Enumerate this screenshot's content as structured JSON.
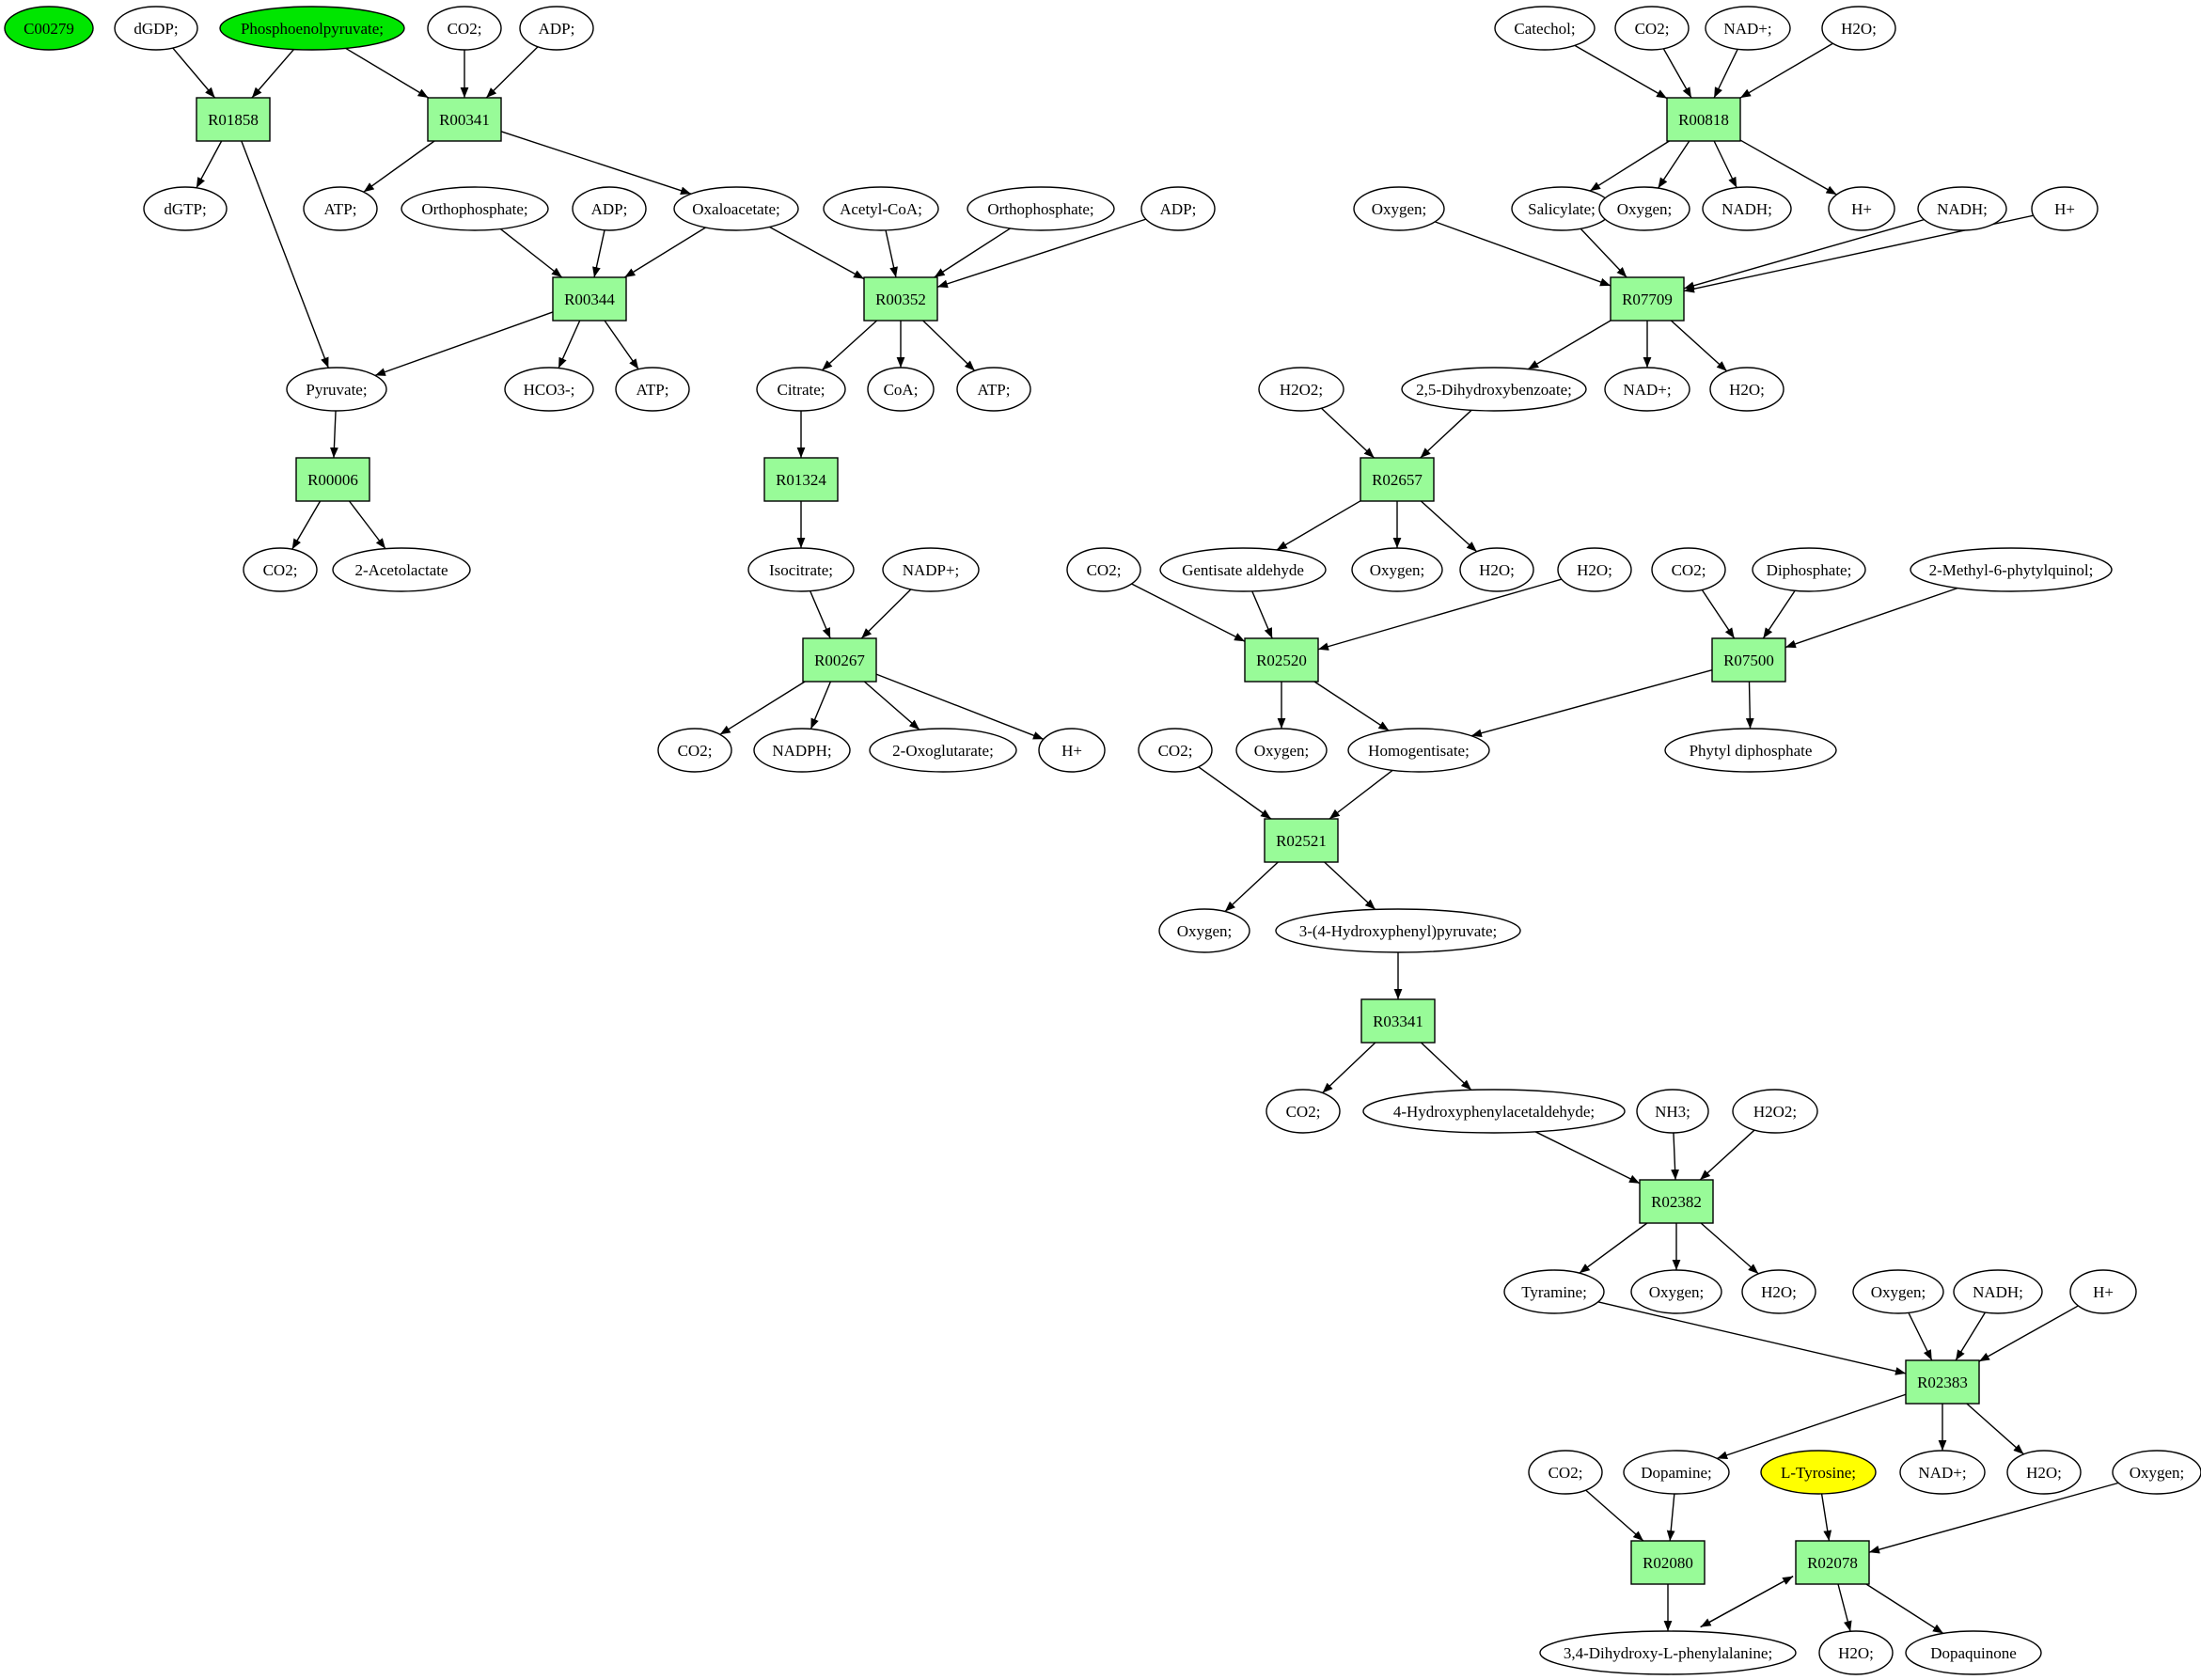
{
  "colors": {
    "reaction_fill": "#98fb98",
    "compound_fill": "#ffffff",
    "highlight_green": "#00e600",
    "highlight_yellow": "#ffff00"
  },
  "nodes": [
    {
      "id": "c00279",
      "label": "C00279",
      "kind": "compound",
      "highlight": "green"
    },
    {
      "id": "dgdp",
      "label": "dGDP;",
      "kind": "compound"
    },
    {
      "id": "pep",
      "label": "Phosphoenolpyruvate;",
      "kind": "compound",
      "highlight": "green"
    },
    {
      "id": "co2_a",
      "label": "CO2;",
      "kind": "compound"
    },
    {
      "id": "adp_a",
      "label": "ADP;",
      "kind": "compound"
    },
    {
      "id": "r01858",
      "label": "R01858",
      "kind": "reaction"
    },
    {
      "id": "r00341",
      "label": "R00341",
      "kind": "reaction"
    },
    {
      "id": "dgtp",
      "label": "dGTP;",
      "kind": "compound"
    },
    {
      "id": "atp_a",
      "label": "ATP;",
      "kind": "compound"
    },
    {
      "id": "ortho_a",
      "label": "Orthophosphate;",
      "kind": "compound"
    },
    {
      "id": "adp_b",
      "label": "ADP;",
      "kind": "compound"
    },
    {
      "id": "oxaloacetate",
      "label": "Oxaloacetate;",
      "kind": "compound"
    },
    {
      "id": "acetylcoa",
      "label": "Acetyl-CoA;",
      "kind": "compound"
    },
    {
      "id": "ortho_b",
      "label": "Orthophosphate;",
      "kind": "compound"
    },
    {
      "id": "adp_c",
      "label": "ADP;",
      "kind": "compound"
    },
    {
      "id": "r00344",
      "label": "R00344",
      "kind": "reaction"
    },
    {
      "id": "r00352",
      "label": "R00352",
      "kind": "reaction"
    },
    {
      "id": "pyruvate",
      "label": "Pyruvate;",
      "kind": "compound"
    },
    {
      "id": "hco3",
      "label": "HCO3-;",
      "kind": "compound"
    },
    {
      "id": "atp_b",
      "label": "ATP;",
      "kind": "compound"
    },
    {
      "id": "citrate",
      "label": "Citrate;",
      "kind": "compound"
    },
    {
      "id": "coa",
      "label": "CoA;",
      "kind": "compound"
    },
    {
      "id": "atp_c",
      "label": "ATP;",
      "kind": "compound"
    },
    {
      "id": "r00006",
      "label": "R00006",
      "kind": "reaction"
    },
    {
      "id": "r01324",
      "label": "R01324",
      "kind": "reaction"
    },
    {
      "id": "co2_b",
      "label": "CO2;",
      "kind": "compound"
    },
    {
      "id": "acetolactate",
      "label": "2-Acetolactate",
      "kind": "compound"
    },
    {
      "id": "isocitrate",
      "label": "Isocitrate;",
      "kind": "compound"
    },
    {
      "id": "nadpplus",
      "label": "NADP+;",
      "kind": "compound"
    },
    {
      "id": "r00267",
      "label": "R00267",
      "kind": "reaction"
    },
    {
      "id": "co2_c",
      "label": "CO2;",
      "kind": "compound"
    },
    {
      "id": "nadph",
      "label": "NADPH;",
      "kind": "compound"
    },
    {
      "id": "oxoglutarate",
      "label": "2-Oxoglutarate;",
      "kind": "compound"
    },
    {
      "id": "hplus_a",
      "label": "H+",
      "kind": "compound"
    },
    {
      "id": "catechol",
      "label": "Catechol;",
      "kind": "compound"
    },
    {
      "id": "co2_d",
      "label": "CO2;",
      "kind": "compound"
    },
    {
      "id": "nadplus_a",
      "label": "NAD+;",
      "kind": "compound"
    },
    {
      "id": "h2o_a",
      "label": "H2O;",
      "kind": "compound"
    },
    {
      "id": "r00818",
      "label": "R00818",
      "kind": "reaction"
    },
    {
      "id": "oxygen_a",
      "label": "Oxygen;",
      "kind": "compound"
    },
    {
      "id": "salicylate",
      "label": "Salicylate;",
      "kind": "compound"
    },
    {
      "id": "oxygen_b",
      "label": "Oxygen;",
      "kind": "compound"
    },
    {
      "id": "nadh_a",
      "label": "NADH;",
      "kind": "compound"
    },
    {
      "id": "hplus_b",
      "label": "H+",
      "kind": "compound"
    },
    {
      "id": "nadh_b",
      "label": "NADH;",
      "kind": "compound"
    },
    {
      "id": "hplus_c",
      "label": "H+",
      "kind": "compound"
    },
    {
      "id": "r07709",
      "label": "R07709",
      "kind": "reaction"
    },
    {
      "id": "h2o2_a",
      "label": "H2O2;",
      "kind": "compound"
    },
    {
      "id": "dhb",
      "label": "2,5-Dihydroxybenzoate;",
      "kind": "compound"
    },
    {
      "id": "nadplus_b",
      "label": "NAD+;",
      "kind": "compound"
    },
    {
      "id": "h2o_b",
      "label": "H2O;",
      "kind": "compound"
    },
    {
      "id": "r02657",
      "label": "R02657",
      "kind": "reaction"
    },
    {
      "id": "co2_e",
      "label": "CO2;",
      "kind": "compound"
    },
    {
      "id": "gentisate",
      "label": "Gentisate aldehyde",
      "kind": "compound"
    },
    {
      "id": "oxygen_c",
      "label": "Oxygen;",
      "kind": "compound"
    },
    {
      "id": "h2o_c",
      "label": "H2O;",
      "kind": "compound"
    },
    {
      "id": "h2o_d",
      "label": "H2O;",
      "kind": "compound"
    },
    {
      "id": "co2_f",
      "label": "CO2;",
      "kind": "compound"
    },
    {
      "id": "diphosphate",
      "label": "Diphosphate;",
      "kind": "compound"
    },
    {
      "id": "methylphytyl",
      "label": "2-Methyl-6-phytylquinol;",
      "kind": "compound"
    },
    {
      "id": "r02520",
      "label": "R02520",
      "kind": "reaction"
    },
    {
      "id": "r07500",
      "label": "R07500",
      "kind": "reaction"
    },
    {
      "id": "co2_g",
      "label": "CO2;",
      "kind": "compound"
    },
    {
      "id": "oxygen_d",
      "label": "Oxygen;",
      "kind": "compound"
    },
    {
      "id": "homogentisate",
      "label": "Homogentisate;",
      "kind": "compound"
    },
    {
      "id": "phytyl",
      "label": "Phytyl diphosphate",
      "kind": "compound"
    },
    {
      "id": "r02521",
      "label": "R02521",
      "kind": "reaction"
    },
    {
      "id": "oxygen_e",
      "label": "Oxygen;",
      "kind": "compound"
    },
    {
      "id": "hpp",
      "label": "3-(4-Hydroxyphenyl)pyruvate;",
      "kind": "compound"
    },
    {
      "id": "r03341",
      "label": "R03341",
      "kind": "reaction"
    },
    {
      "id": "co2_h",
      "label": "CO2;",
      "kind": "compound"
    },
    {
      "id": "hpa",
      "label": "4-Hydroxyphenylacetaldehyde;",
      "kind": "compound"
    },
    {
      "id": "nh3",
      "label": "NH3;",
      "kind": "compound"
    },
    {
      "id": "h2o2_b",
      "label": "H2O2;",
      "kind": "compound"
    },
    {
      "id": "r02382",
      "label": "R02382",
      "kind": "reaction"
    },
    {
      "id": "tyramine",
      "label": "Tyramine;",
      "kind": "compound"
    },
    {
      "id": "oxygen_f",
      "label": "Oxygen;",
      "kind": "compound"
    },
    {
      "id": "h2o_e",
      "label": "H2O;",
      "kind": "compound"
    },
    {
      "id": "oxygen_g",
      "label": "Oxygen;",
      "kind": "compound"
    },
    {
      "id": "nadh_c",
      "label": "NADH;",
      "kind": "compound"
    },
    {
      "id": "hplus_d",
      "label": "H+",
      "kind": "compound"
    },
    {
      "id": "r02383",
      "label": "R02383",
      "kind": "reaction"
    },
    {
      "id": "co2_i",
      "label": "CO2;",
      "kind": "compound"
    },
    {
      "id": "dopamine",
      "label": "Dopamine;",
      "kind": "compound"
    },
    {
      "id": "tyrosine",
      "label": "L-Tyrosine;",
      "kind": "compound",
      "highlight": "yellow"
    },
    {
      "id": "nadplus_c",
      "label": "NAD+;",
      "kind": "compound"
    },
    {
      "id": "h2o_f",
      "label": "H2O;",
      "kind": "compound"
    },
    {
      "id": "oxygen_h",
      "label": "Oxygen;",
      "kind": "compound"
    },
    {
      "id": "r02080",
      "label": "R02080",
      "kind": "reaction"
    },
    {
      "id": "r02078",
      "label": "R02078",
      "kind": "reaction"
    },
    {
      "id": "ldopa",
      "label": "3,4-Dihydroxy-L-phenylalanine;",
      "kind": "compound"
    },
    {
      "id": "h2o_g",
      "label": "H2O;",
      "kind": "compound"
    },
    {
      "id": "dopaquinone",
      "label": "Dopaquinone",
      "kind": "compound"
    }
  ],
  "edges": [
    [
      "dgdp",
      "r01858"
    ],
    [
      "pep",
      "r01858"
    ],
    [
      "r01858",
      "dgtp"
    ],
    [
      "r01858",
      "pyruvate"
    ],
    [
      "pep",
      "r00341"
    ],
    [
      "co2_a",
      "r00341"
    ],
    [
      "adp_a",
      "r00341"
    ],
    [
      "r00341",
      "atp_a"
    ],
    [
      "r00341",
      "oxaloacetate"
    ],
    [
      "ortho_a",
      "r00344"
    ],
    [
      "adp_b",
      "r00344"
    ],
    [
      "oxaloacetate",
      "r00344"
    ],
    [
      "r00344",
      "pyruvate"
    ],
    [
      "r00344",
      "hco3"
    ],
    [
      "r00344",
      "atp_b"
    ],
    [
      "oxaloacetate",
      "r00352"
    ],
    [
      "acetylcoa",
      "r00352"
    ],
    [
      "ortho_b",
      "r00352"
    ],
    [
      "adp_c",
      "r00352"
    ],
    [
      "r00352",
      "citrate"
    ],
    [
      "r00352",
      "coa"
    ],
    [
      "r00352",
      "atp_c"
    ],
    [
      "pyruvate",
      "r00006"
    ],
    [
      "r00006",
      "co2_b"
    ],
    [
      "r00006",
      "acetolactate"
    ],
    [
      "citrate",
      "r01324"
    ],
    [
      "r01324",
      "isocitrate"
    ],
    [
      "isocitrate",
      "r00267"
    ],
    [
      "nadpplus",
      "r00267"
    ],
    [
      "r00267",
      "co2_c"
    ],
    [
      "r00267",
      "nadph"
    ],
    [
      "r00267",
      "oxoglutarate"
    ],
    [
      "r00267",
      "hplus_a"
    ],
    [
      "catechol",
      "r00818"
    ],
    [
      "co2_d",
      "r00818"
    ],
    [
      "nadplus_a",
      "r00818"
    ],
    [
      "h2o_a",
      "r00818"
    ],
    [
      "r00818",
      "salicylate"
    ],
    [
      "r00818",
      "oxygen_b"
    ],
    [
      "r00818",
      "nadh_a"
    ],
    [
      "r00818",
      "hplus_b"
    ],
    [
      "oxygen_a",
      "r07709"
    ],
    [
      "salicylate",
      "r07709"
    ],
    [
      "nadh_b",
      "r07709"
    ],
    [
      "hplus_c",
      "r07709"
    ],
    [
      "r07709",
      "dhb"
    ],
    [
      "r07709",
      "nadplus_b"
    ],
    [
      "r07709",
      "h2o_b"
    ],
    [
      "h2o2_a",
      "r02657"
    ],
    [
      "dhb",
      "r02657"
    ],
    [
      "r02657",
      "gentisate"
    ],
    [
      "r02657",
      "oxygen_c"
    ],
    [
      "r02657",
      "h2o_c"
    ],
    [
      "co2_e",
      "r02520"
    ],
    [
      "gentisate",
      "r02520"
    ],
    [
      "h2o_d",
      "r02520"
    ],
    [
      "r02520",
      "oxygen_d"
    ],
    [
      "r02520",
      "homogentisate"
    ],
    [
      "co2_f",
      "r07500"
    ],
    [
      "diphosphate",
      "r07500"
    ],
    [
      "methylphytyl",
      "r07500"
    ],
    [
      "r07500",
      "homogentisate"
    ],
    [
      "r07500",
      "phytyl"
    ],
    [
      "co2_g",
      "r02521"
    ],
    [
      "homogentisate",
      "r02521"
    ],
    [
      "r02521",
      "oxygen_e"
    ],
    [
      "r02521",
      "hpp"
    ],
    [
      "hpp",
      "r03341"
    ],
    [
      "r03341",
      "co2_h"
    ],
    [
      "r03341",
      "hpa"
    ],
    [
      "hpa",
      "r02382"
    ],
    [
      "nh3",
      "r02382"
    ],
    [
      "h2o2_b",
      "r02382"
    ],
    [
      "r02382",
      "tyramine"
    ],
    [
      "r02382",
      "oxygen_f"
    ],
    [
      "r02382",
      "h2o_e"
    ],
    [
      "tyramine",
      "r02383"
    ],
    [
      "oxygen_g",
      "r02383"
    ],
    [
      "nadh_c",
      "r02383"
    ],
    [
      "hplus_d",
      "r02383"
    ],
    [
      "r02383",
      "dopamine"
    ],
    [
      "r02383",
      "nadplus_c"
    ],
    [
      "r02383",
      "h2o_f"
    ],
    [
      "co2_i",
      "r02080"
    ],
    [
      "dopamine",
      "r02080"
    ],
    [
      "r02080",
      "ldopa"
    ],
    [
      "tyrosine",
      "r02078"
    ],
    [
      "oxygen_h",
      "r02078"
    ],
    [
      "ldopa",
      "r02078"
    ],
    [
      "r02078",
      "ldopa"
    ],
    [
      "r02078",
      "h2o_g"
    ],
    [
      "r02078",
      "dopaquinone"
    ]
  ]
}
